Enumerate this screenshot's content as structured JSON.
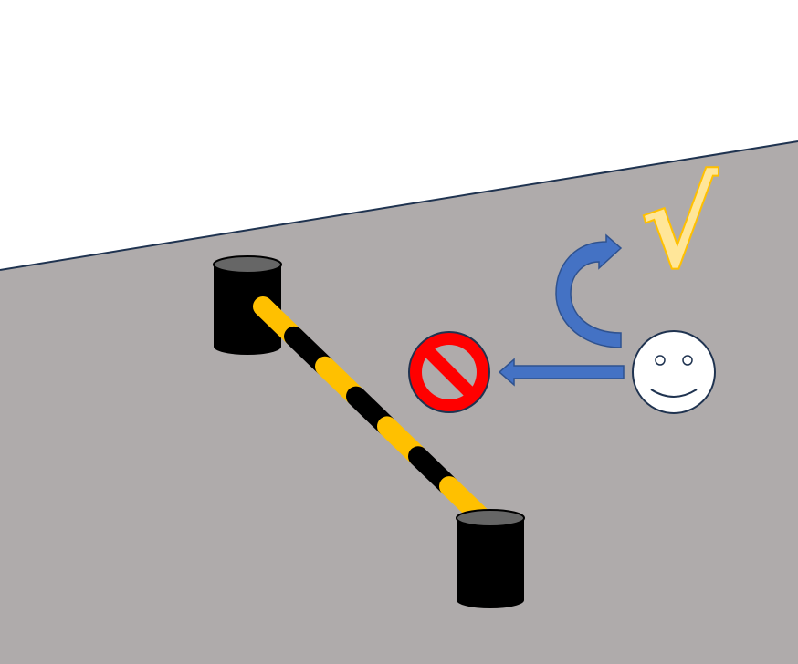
{
  "colors": {
    "sky": "#ffffff",
    "ground": "#afabab",
    "ground_edge": "#1f3350",
    "post_body": "#000000",
    "post_top": "#666666",
    "barrier_yellow": "#ffc000",
    "barrier_black": "#000000",
    "arrow_fill": "#4472c4",
    "arrow_stroke": "#2f528f",
    "no_sign_red": "#ff0000",
    "no_sign_outline": "#1f3350",
    "face_fill": "#ffffff",
    "face_outline": "#1f3350",
    "check_fill": "#ffe699",
    "check_outline": "#ffc000"
  },
  "scene": {
    "barrier": {
      "posts": 2,
      "stripe_count": 7
    },
    "figure": {
      "icon": "smiley-face-icon"
    },
    "blocked_path": {
      "arrow": "straight-left-arrow",
      "sign_icon": "no-entry-icon"
    },
    "allowed_path": {
      "arrow": "curved-u-turn-arrow",
      "mark": "√"
    }
  }
}
